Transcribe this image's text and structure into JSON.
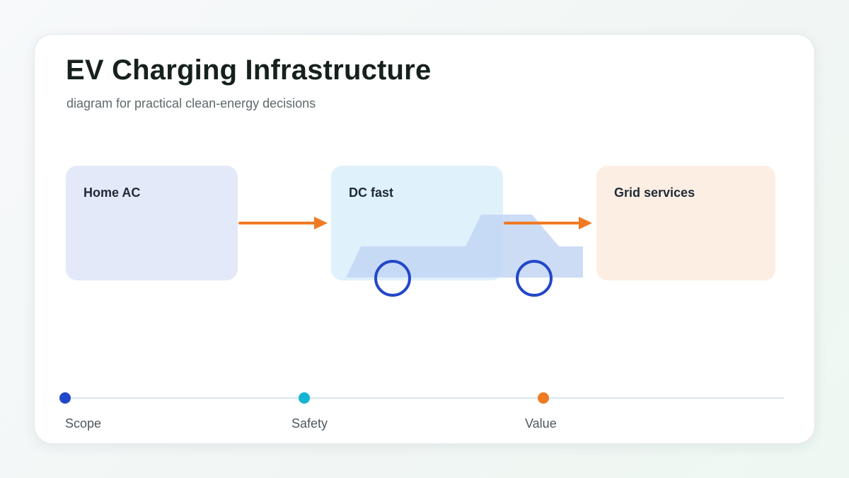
{
  "title": "EV Charging Infrastructure",
  "subtitle": "diagram for practical clean-energy decisions",
  "nodes": [
    {
      "label": "Home AC",
      "color": "#e3e9f9"
    },
    {
      "label": "DC fast",
      "color": "#dff1fa"
    },
    {
      "label": "Grid services",
      "color": "#fdeee3"
    }
  ],
  "arrow_color": "#f07a24",
  "vehicle": {
    "icon": "truck-icon",
    "body_color": "#c3d6f3",
    "wheel_color": "#2247c9"
  },
  "timeline": {
    "line_color": "#d6e6ea",
    "points": [
      {
        "label": "Scope",
        "color": "#2247c9"
      },
      {
        "label": "Safety",
        "color": "#14b5d3"
      },
      {
        "label": "Value",
        "color": "#f07a24"
      }
    ]
  }
}
